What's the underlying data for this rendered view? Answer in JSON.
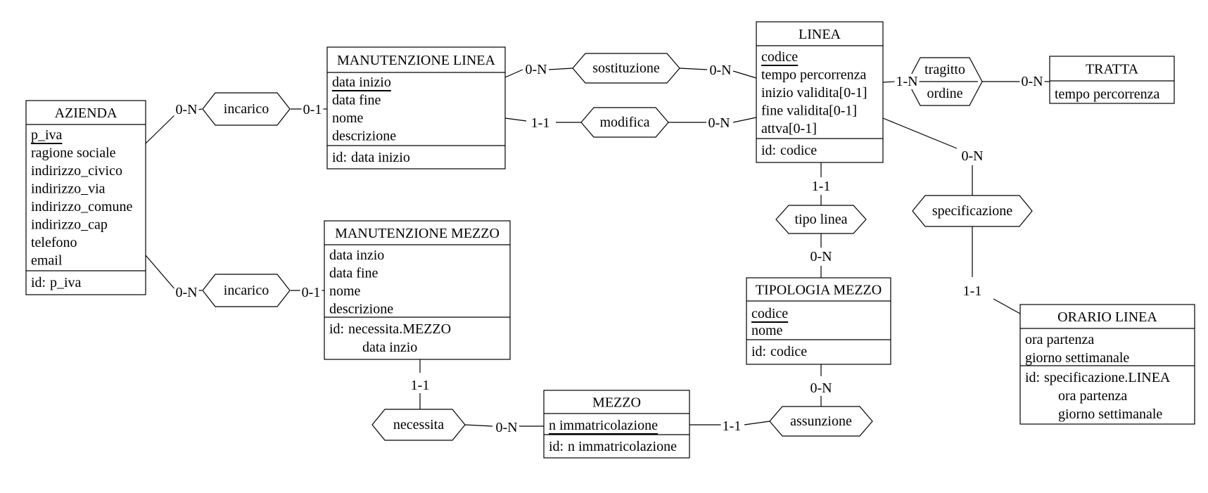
{
  "entities": [
    {
      "id": "azienda",
      "title": "AZIENDA",
      "attributes": [
        {
          "label": "p_iva",
          "key": true
        },
        {
          "label": "ragione sociale"
        },
        {
          "label": "indirizzo_civico"
        },
        {
          "label": "indirizzo_via"
        },
        {
          "label": "indirizzo_comune"
        },
        {
          "label": "indirizzo_cap"
        },
        {
          "label": "telefono"
        },
        {
          "label": "email"
        }
      ],
      "id_lines": [
        "p_iva"
      ]
    },
    {
      "id": "manutenzione_linea",
      "title": "MANUTENZIONE LINEA",
      "attributes": [
        {
          "label": "data inizio",
          "key": true
        },
        {
          "label": "data fine"
        },
        {
          "label": "nome"
        },
        {
          "label": "descrizione"
        }
      ],
      "id_lines": [
        "data inizio"
      ]
    },
    {
      "id": "manutenzione_mezzo",
      "title": "MANUTENZIONE MEZZO",
      "attributes": [
        {
          "label": "data inzio"
        },
        {
          "label": "data fine"
        },
        {
          "label": "nome"
        },
        {
          "label": "descrizione"
        }
      ],
      "id_lines": [
        "necessita.MEZZO",
        "data inzio"
      ]
    },
    {
      "id": "linea",
      "title": "LINEA",
      "attributes": [
        {
          "label": "codice",
          "key": true
        },
        {
          "label": "tempo percorrenza"
        },
        {
          "label": "inizio validita[0-1]"
        },
        {
          "label": "fine validita[0-1]"
        },
        {
          "label": "attva[0-1]"
        }
      ],
      "id_lines": [
        "codice"
      ]
    },
    {
      "id": "tratta",
      "title": "TRATTA",
      "attributes": [
        {
          "label": "tempo percorrenza"
        }
      ],
      "id_lines": []
    },
    {
      "id": "tipologia_mezzo",
      "title": "TIPOLOGIA MEZZO",
      "attributes": [
        {
          "label": "codice",
          "key": true
        },
        {
          "label": "nome"
        }
      ],
      "id_lines": [
        "codice"
      ]
    },
    {
      "id": "mezzo",
      "title": "MEZZO",
      "attributes": [
        {
          "label": "n immatricolazione",
          "key": true
        }
      ],
      "id_lines": [
        "n immatricolazione"
      ]
    },
    {
      "id": "orario_linea",
      "title": "ORARIO LINEA",
      "attributes": [
        {
          "label": "ora partenza"
        },
        {
          "label": "giorno settimanale"
        }
      ],
      "id_lines": [
        "specificazione.LINEA",
        "ora partenza",
        "giorno settimanale"
      ]
    }
  ],
  "id_prefix": "id:",
  "relationships": [
    {
      "id": "incarico_1",
      "label": "incarico"
    },
    {
      "id": "incarico_2",
      "label": "incarico"
    },
    {
      "id": "sostituzione",
      "label": "sostituzione"
    },
    {
      "id": "modifica",
      "label": "modifica"
    },
    {
      "id": "tragitto",
      "label": "tragitto",
      "attribute": "ordine"
    },
    {
      "id": "specificazione",
      "label": "specificazione"
    },
    {
      "id": "tipo_linea",
      "label": "tipo linea"
    },
    {
      "id": "assunzione",
      "label": "assunzione"
    },
    {
      "id": "necessita",
      "label": "necessita"
    }
  ],
  "cardinalities": [
    {
      "id": "c1",
      "label": "0-N"
    },
    {
      "id": "c2",
      "label": "0-1"
    },
    {
      "id": "c3",
      "label": "0-N"
    },
    {
      "id": "c4",
      "label": "0-1"
    },
    {
      "id": "c5",
      "label": "0-N"
    },
    {
      "id": "c6",
      "label": "0-N"
    },
    {
      "id": "c7",
      "label": "1-1"
    },
    {
      "id": "c8",
      "label": "0-N"
    },
    {
      "id": "c9",
      "label": "1-N"
    },
    {
      "id": "c10",
      "label": "0-N"
    },
    {
      "id": "c11",
      "label": "0-N"
    },
    {
      "id": "c12",
      "label": "1-1"
    },
    {
      "id": "c13",
      "label": "1-1"
    },
    {
      "id": "c14",
      "label": "0-N"
    },
    {
      "id": "c15",
      "label": "0-N"
    },
    {
      "id": "c16",
      "label": "1-1"
    },
    {
      "id": "c17",
      "label": "1-1"
    },
    {
      "id": "c18",
      "label": "0-N"
    }
  ]
}
